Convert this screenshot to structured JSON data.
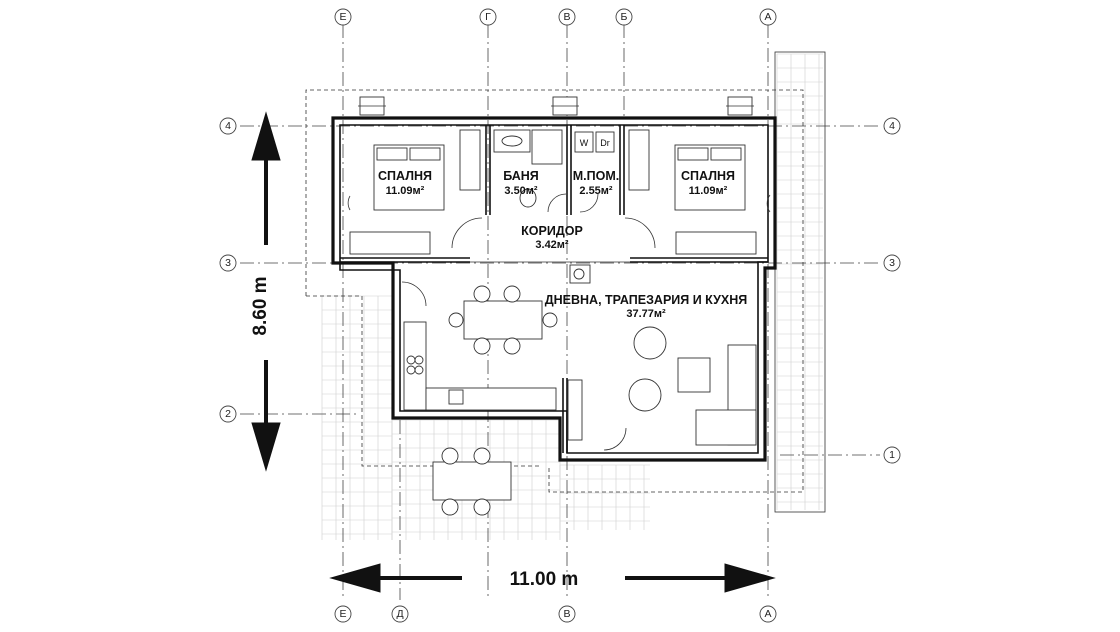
{
  "rooms": [
    {
      "id": "bedroom-left",
      "name": "СПАЛНЯ",
      "area": "11.09м²"
    },
    {
      "id": "bathroom",
      "name": "БАНЯ",
      "area": "3.50м²"
    },
    {
      "id": "utility",
      "name": "М.ПОМ.",
      "area": "2.55м²"
    },
    {
      "id": "bedroom-right",
      "name": "СПАЛНЯ",
      "area": "11.09м²"
    },
    {
      "id": "corridor",
      "name": "КОРИДОР",
      "area": "3.42м²"
    },
    {
      "id": "living",
      "name": "ДНЕВНА, ТРАПЕЗАРИЯ И КУХНЯ",
      "area": "37.77м²"
    }
  ],
  "dimensions": {
    "width": "11.00 m",
    "depth": "8.60 m"
  },
  "grid_axes": {
    "top": [
      "Е",
      "Г",
      "В",
      "Б",
      "А"
    ],
    "bottom": [
      "Е",
      "Д",
      "В",
      "А"
    ],
    "left": [
      "4",
      "3",
      "2"
    ],
    "right": [
      "4",
      "3",
      "1"
    ]
  },
  "appliances": {
    "washer": "W",
    "dryer": "Dr"
  }
}
